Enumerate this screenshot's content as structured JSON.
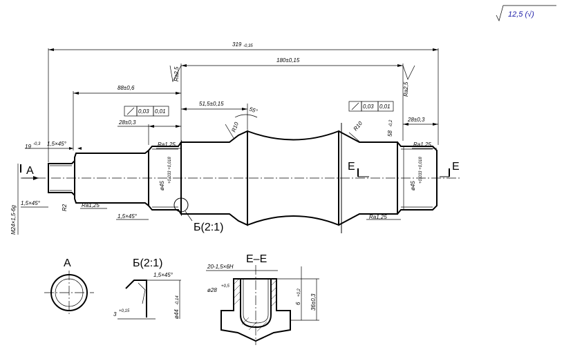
{
  "roughness_general": "12,5 (√)",
  "dims": {
    "overall_length": "319",
    "overall_tol": "-0,35",
    "len_180": "180±0,15",
    "len_88": "88±0,6",
    "len_515": "51,5±0,15",
    "len_28_left": "28±0,3",
    "len_28_right": "28±0,3",
    "len_19": "19",
    "len_19_tol": "-0,3",
    "chamfer_top_left": "1,5×45°",
    "chamfer_bottom_left": "1,5×45°",
    "chamfer_mid": "1,5×45°",
    "chamfer_detail": "1,5×45°",
    "r2": "R2",
    "thread": "M24×1,5-6g",
    "dia_left": "ø45",
    "dia_left_tol": "+0,033 +0,018",
    "dia_right": "ø45",
    "dia_right_tol": "+0,033 +0,018",
    "angle_55": "55°",
    "r10_left": "R10",
    "r10_right": "R10",
    "dim_58": "58",
    "dim_58_tol": "-0,2",
    "ra25_left": "Ra2,5",
    "ra25_right": "Ra2,5",
    "ra125_left_top": "Ra1,25",
    "ra125_left_bot": "Ra1,25",
    "ra125_right_top": "Ra1,25",
    "ra125_right_bot": "Ra1,25",
    "runout_left": "0,03",
    "runout_left_b": "0,01",
    "runout_right": "0,03",
    "runout_right_b": "0,01",
    "detail_3": "3",
    "detail_3_tol": "+0,15",
    "detail_d44": "ø44",
    "detail_d44_tol": "-0,14",
    "ee_thread": "20-1,5×6H",
    "ee_d28": "ø28",
    "ee_d28_tol": "+0,5",
    "ee_depth": "36±0,3",
    "ee_6": "6",
    "ee_6_tol": "+0,2"
  },
  "labels": {
    "view_a": "A",
    "view_a_title": "A",
    "detail_b": "Б(2:1)",
    "detail_b_title": "Б(2:1)",
    "section_e_left": "E",
    "section_e_right": "E",
    "section_title": "E–E"
  }
}
